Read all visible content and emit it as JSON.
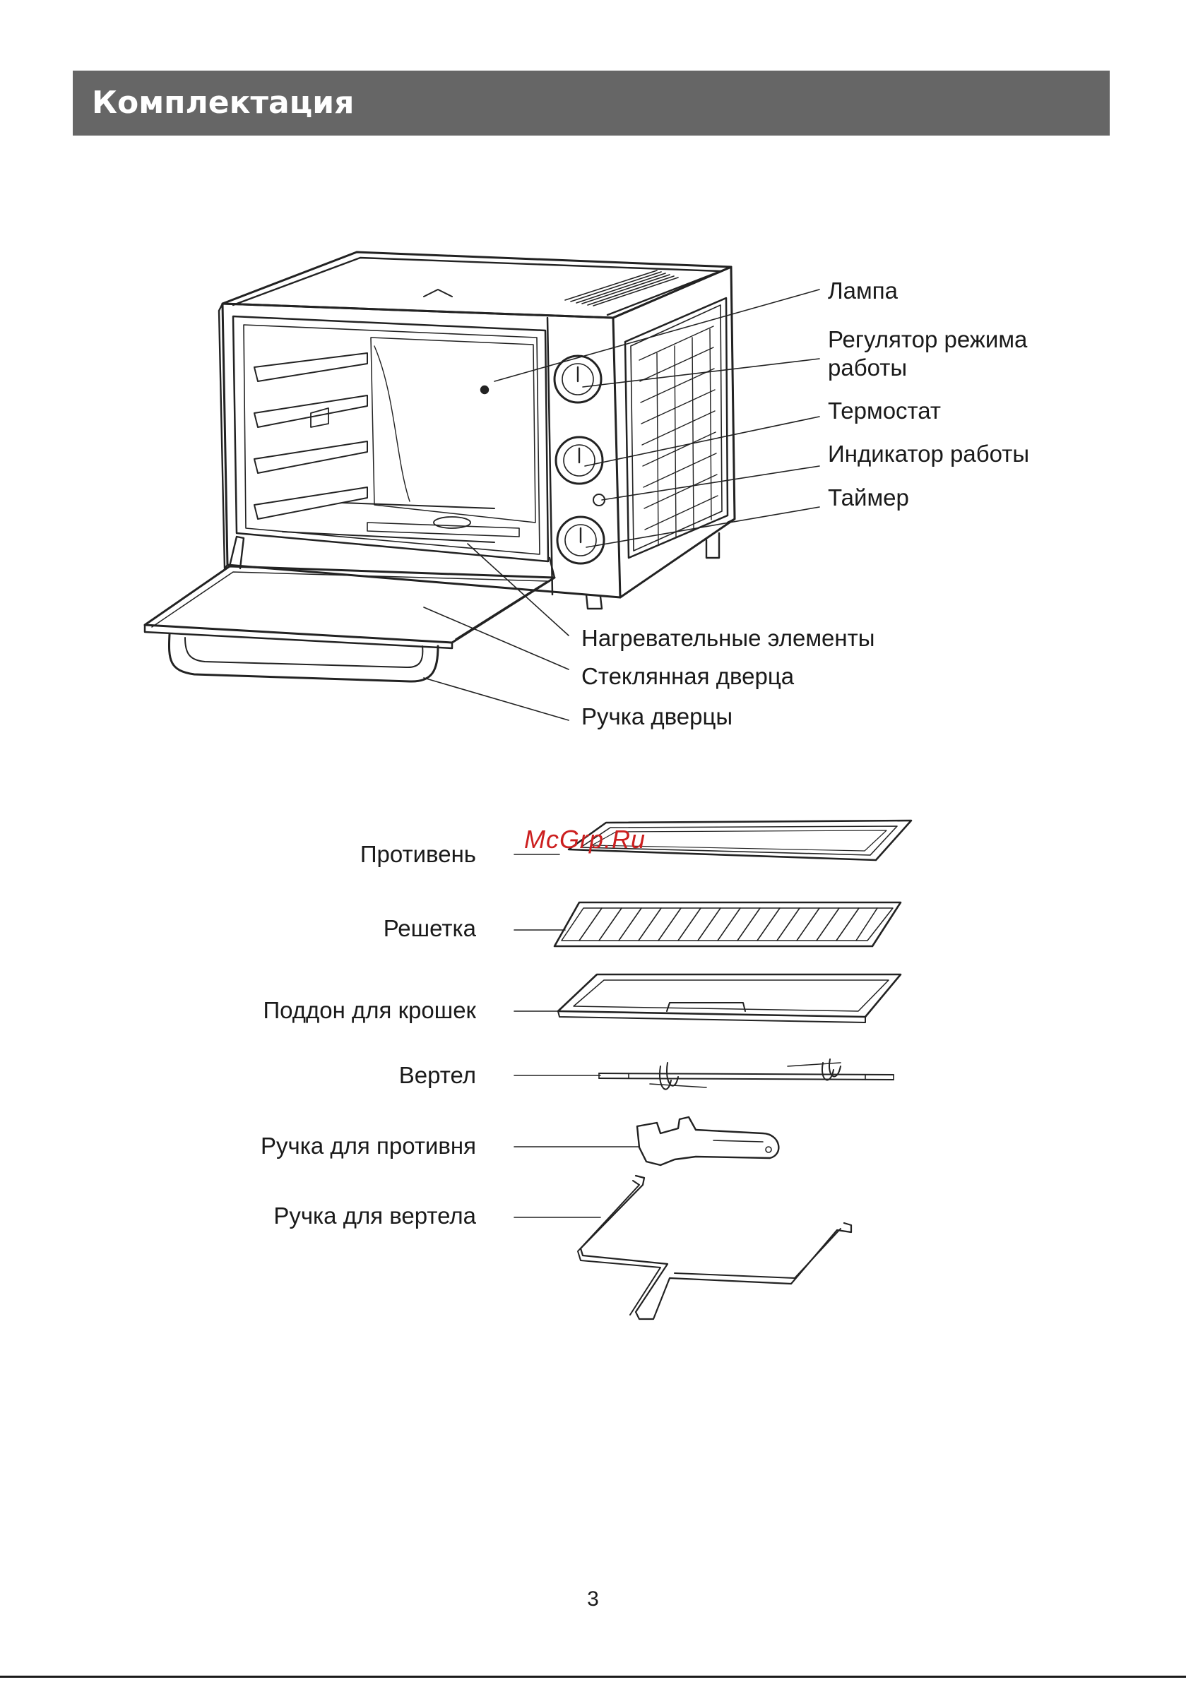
{
  "header": {
    "title": "Комплектация"
  },
  "oven_labels": [
    "Лампа",
    "Регулятор режима",
    "работы",
    "Термостат",
    "Индикатор работы",
    "Таймер",
    "Нагревательные элементы",
    "Стеклянная дверца",
    "Ручка дверцы"
  ],
  "accessory_labels": [
    "Противень",
    "Решетка",
    "Поддон для крошек",
    "Вертел",
    "Ручка для противня",
    "Ручка для вертела"
  ],
  "watermark": "McGrp.Ru",
  "page_number": "3"
}
